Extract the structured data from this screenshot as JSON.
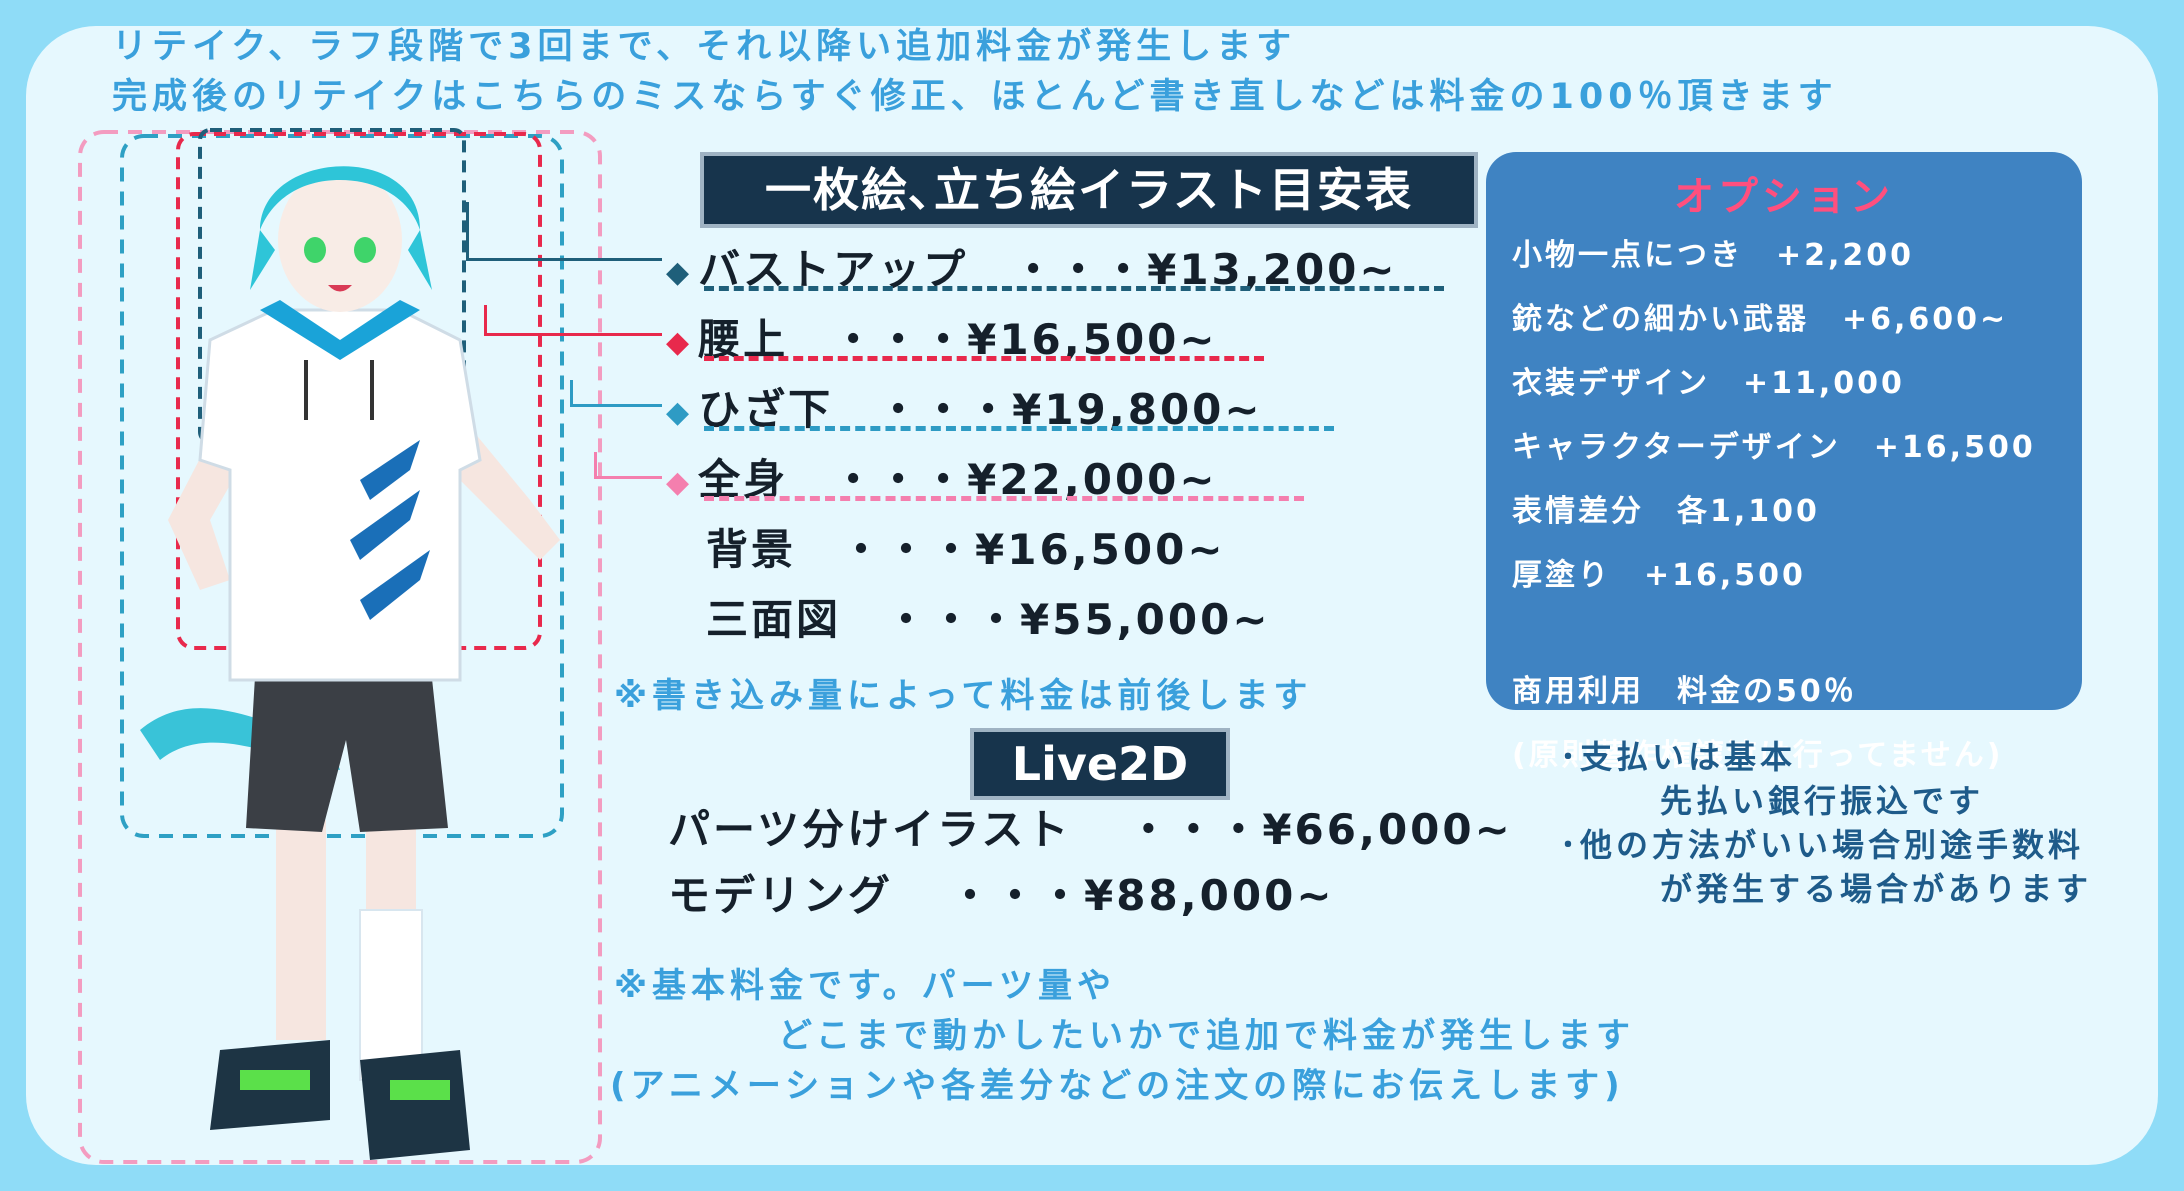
{
  "notice": {
    "line1": "リテイク、ラフ段階で3回まで、それ以降い追加料金が発生します",
    "line2": "完成後のリテイクはこちらのミスならすぐ修正、ほとんど書き直しなどは料金の100％頂きます"
  },
  "illustration": {
    "title": "一枚絵､立ち絵イラスト目安表",
    "rows": [
      {
        "marker": "◆",
        "label": "バストアップ",
        "price": "・・・¥13,200~"
      },
      {
        "marker": "◆",
        "label": "腰上",
        "price": "・・・¥16,500~"
      },
      {
        "marker": "◆",
        "label": "ひざ下",
        "price": "・・・¥19,800~"
      },
      {
        "marker": "◆",
        "label": "全身",
        "price": "・・・¥22,000~"
      },
      {
        "marker": "",
        "label": "背景",
        "price": "・・・¥16,500~"
      },
      {
        "marker": "",
        "label": "三面図",
        "price": "・・・¥55,000~"
      }
    ],
    "note": "※書き込み量によって料金は前後します"
  },
  "live2d": {
    "title": "Live2D",
    "rows": [
      {
        "label": "パーツ分けイラスト",
        "price": "・・・¥66,000~"
      },
      {
        "label": "モデリング",
        "price": "・・・¥88,000~"
      }
    ],
    "note1": "※基本料金です。パーツ量や",
    "note2": "どこまで動かしたいかで追加で料金が発生します",
    "note3": "(アニメーションや各差分などの注文の際にお伝えします)"
  },
  "options": {
    "title": "オプション",
    "items": [
      "小物一点につき　+2,200",
      "銃などの細かい武器　+6,600~",
      "衣装デザイン　+11,000",
      "キャラクターデザイン　+16,500",
      "表情差分　各1,100",
      "厚塗り　+16,500"
    ],
    "commercial": "商用利用　料金の50％",
    "copyright": "(原則著作権譲渡は行ってません)"
  },
  "payment": {
    "line1": "･支払いは基本",
    "line2": "先払い銀行振込です",
    "line3": "･他の方法がいい場合別途手数料",
    "line4": "が発生する場合があります"
  },
  "colors": {
    "background": "#8fdcf7",
    "panel": "#e6f8fe",
    "accent_blue": "#3aa0dc",
    "title_box": "#17344c",
    "options_box": "#3f83c2",
    "options_title": "#ff4f7e",
    "marker_bust": "#1f5f7a",
    "marker_waist": "#e8294c",
    "marker_knee": "#2e9bc4",
    "marker_full": "#f47fae"
  }
}
